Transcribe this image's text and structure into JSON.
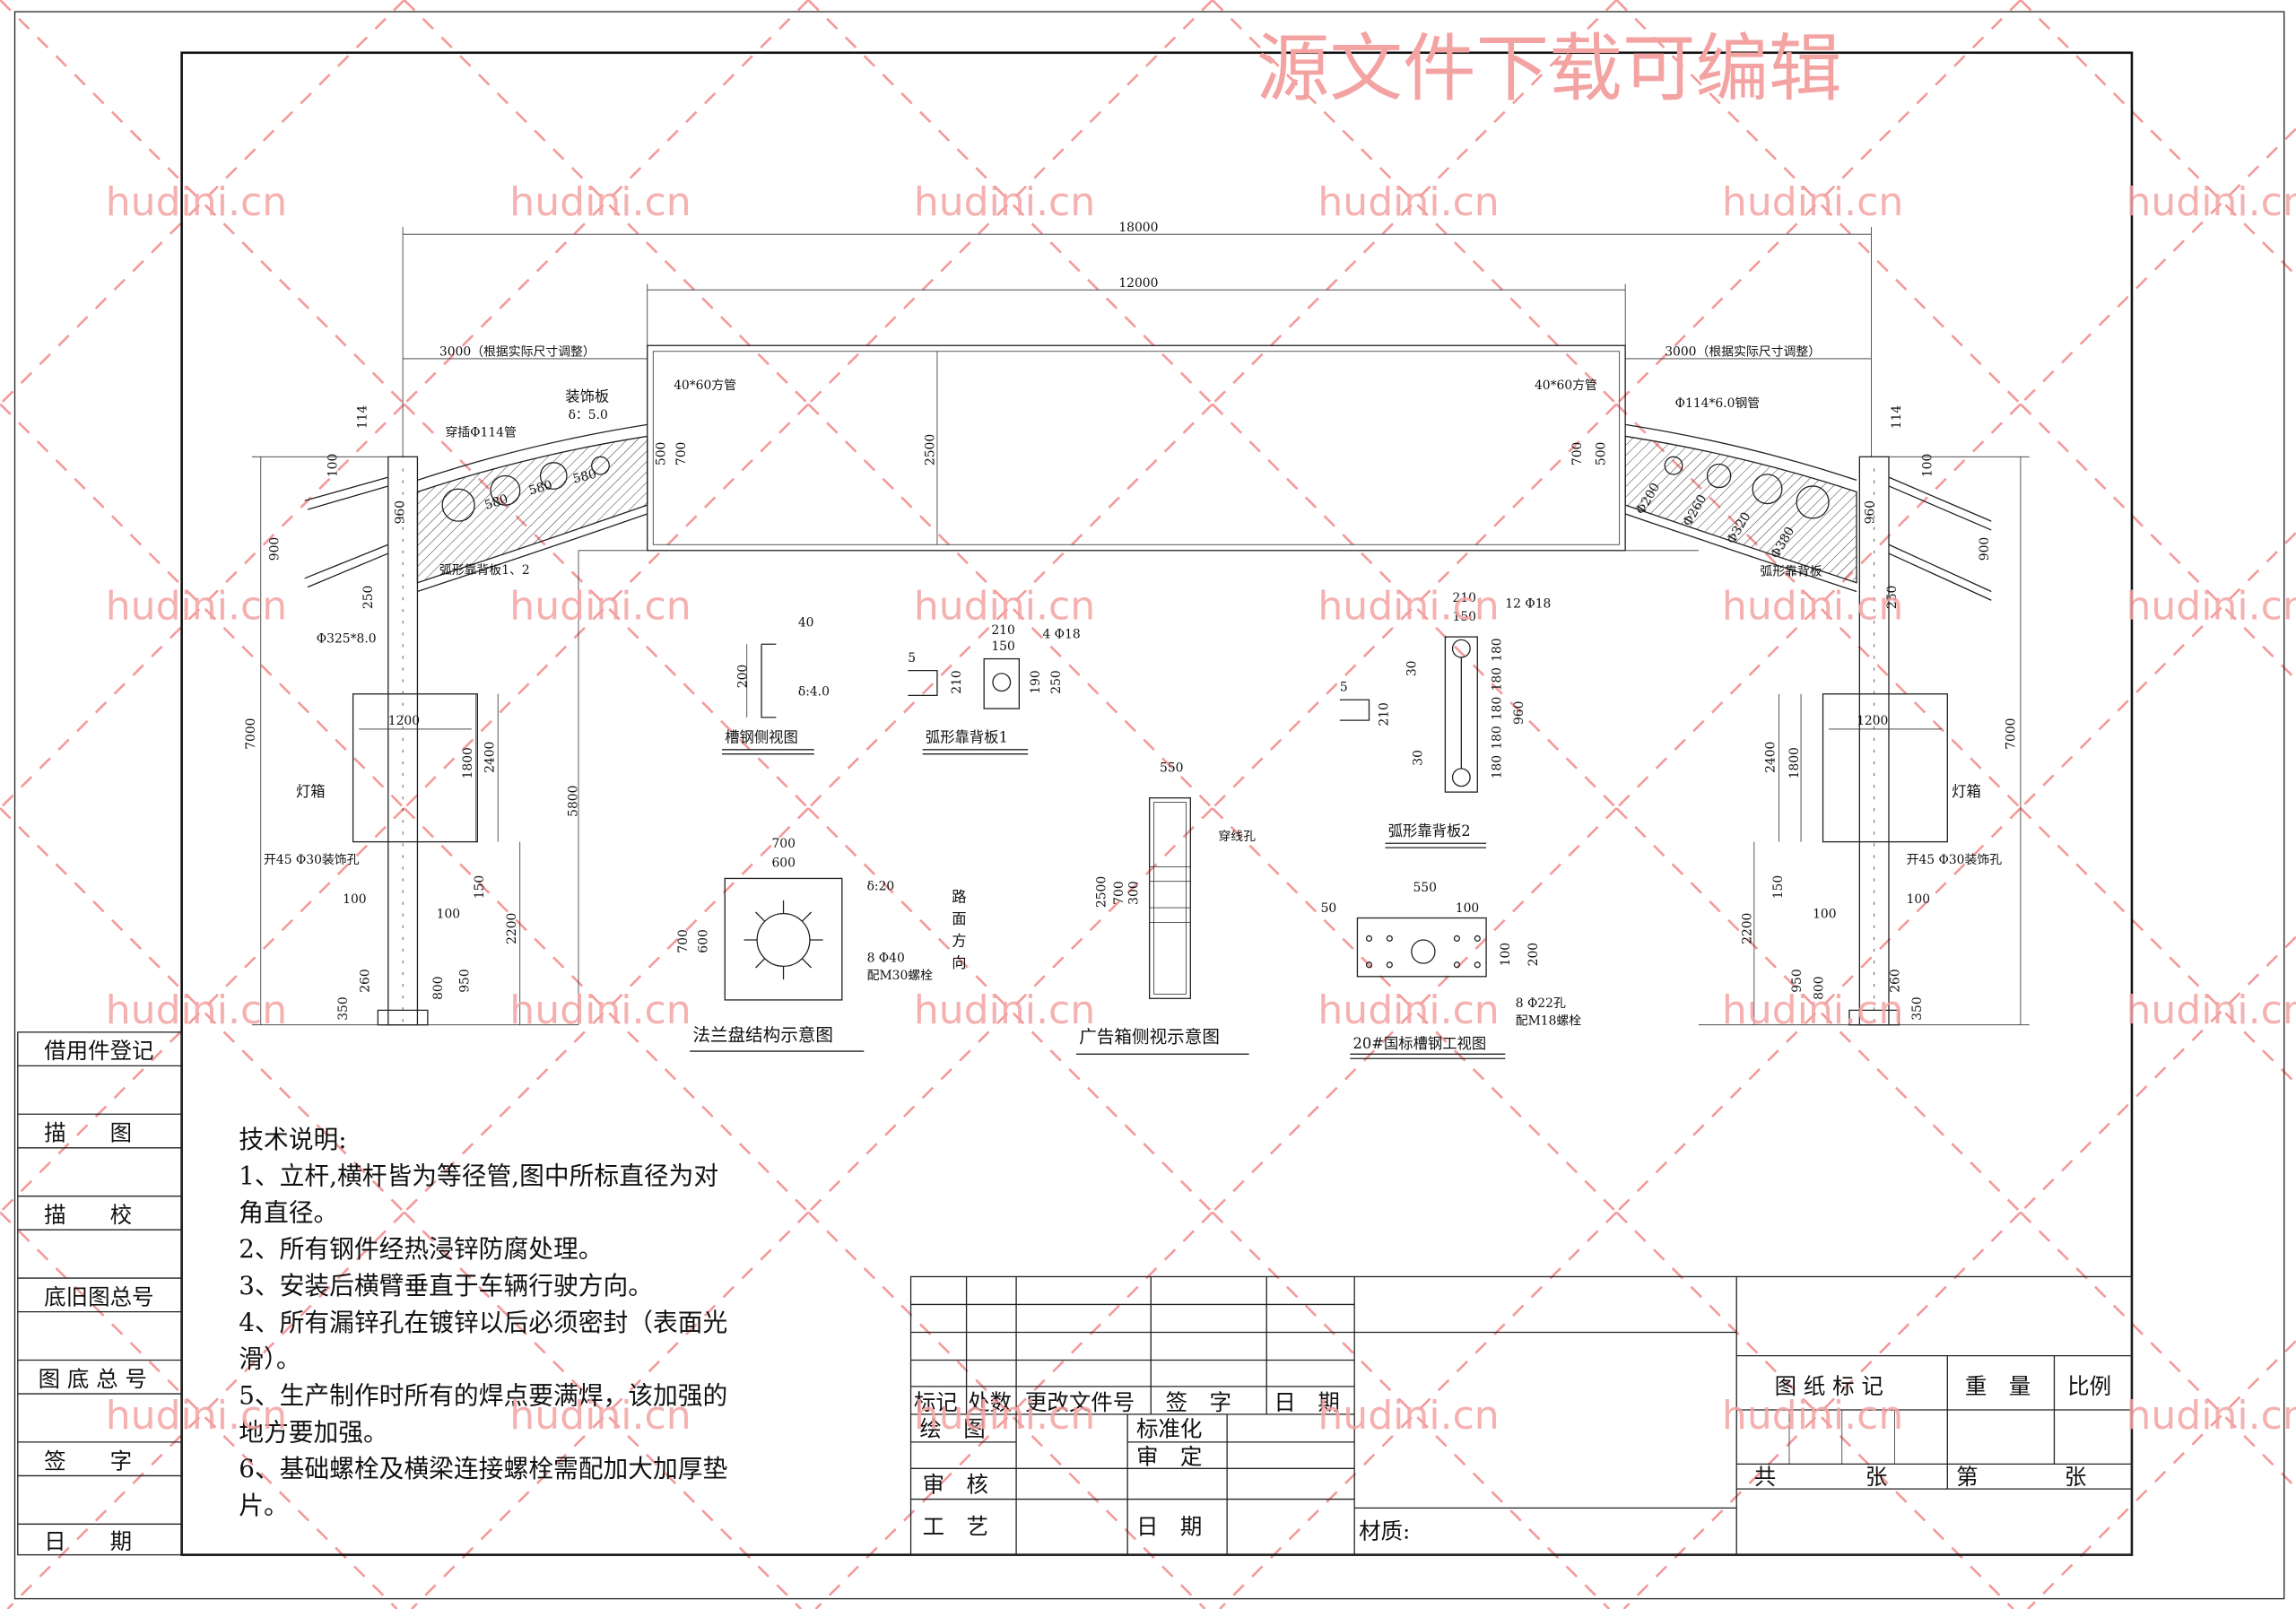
{
  "watermark": {
    "title": "源文件下载可编辑",
    "site": "hudini.cn",
    "color": "#f4a3a3"
  },
  "registration": [
    "借用件登记",
    "描　　图",
    "描　　校",
    "底旧图总号",
    "图 底 总 号",
    "签　　字",
    "日　　期"
  ],
  "main": {
    "overall_width": "18000",
    "sign_width": "12000",
    "arm_left": "3000（根据实际尺寸调整）",
    "arm_right": "3000（根据实际尺寸调整）",
    "sign_height": "2500",
    "left": {
      "square_tube": "40*60方管",
      "deco_plate": "装饰板",
      "deco_thickness": "δ：5.0",
      "insert_tube": "穿插Φ114管",
      "spacing": [
        "580",
        "580",
        "580"
      ],
      "d700": "700",
      "d500": "500",
      "d114": "114",
      "d100": "100",
      "d960": "960",
      "d900": "900",
      "d250": "250",
      "back_plate": "弧形靠背板1、2",
      "pole": "Φ325*8.0",
      "lamp_w": "1200",
      "lamp_h1": "1800",
      "lamp_h2": "2400",
      "total_h": "7000",
      "clear_h": "5800",
      "lamp_box": "灯箱",
      "deco_holes": "开45 Φ30装饰孔",
      "d100a": "100",
      "d100b": "100",
      "d150": "150",
      "d2200": "2200",
      "d260": "260",
      "d350": "350",
      "d800": "800",
      "d950": "950"
    },
    "right": {
      "square_tube": "40*60方管",
      "steel_tube": "Φ114*6.0钢管",
      "holes": [
        "Φ200",
        "Φ260",
        "Φ320",
        "Φ380"
      ],
      "back_plate": "弧形靠背板",
      "d700": "700",
      "d500": "500",
      "d114": "114",
      "d100": "100",
      "d960": "960",
      "d900": "900",
      "d250": "250",
      "lamp_w": "1200",
      "lamp_h1": "1800",
      "lamp_h2": "2400",
      "total_h": "7000",
      "lamp_box": "灯箱",
      "deco_holes": "开45 Φ30装饰孔",
      "d150": "150",
      "d100a": "100",
      "d100b": "100",
      "d2200": "2200",
      "d950": "950",
      "d800": "800",
      "d260": "260",
      "d350": "350"
    }
  },
  "details": {
    "channel_side": {
      "title": "槽钢侧视图",
      "w": "40",
      "h": "200",
      "t": "δ:4.0"
    },
    "back_plate1": {
      "title": "弧形靠背板1",
      "w1": "210",
      "w2": "150",
      "holes": "4 Φ18",
      "weld": "5",
      "h1": "210",
      "h2": "190",
      "h3": "250"
    },
    "back_plate2": {
      "title": "弧形靠背板2",
      "w1": "210",
      "w2": "150",
      "holes": "12 Φ18",
      "e1": "30",
      "e2": "30",
      "pitch": [
        "180",
        "180",
        "180",
        "180",
        "180"
      ],
      "h": "960",
      "h2": "210",
      "weld": "5"
    },
    "flange": {
      "title": "法兰盘结构示意图",
      "w1": "700",
      "w2": "600",
      "t": "δ:20",
      "h1": "700",
      "h2": "600",
      "holes": "8 Φ40",
      "bolts": "配M30螺栓",
      "road_dir": [
        "路",
        "面",
        "方",
        "向"
      ]
    },
    "billboard_side": {
      "title": "广告箱侧视示意图",
      "w": "550",
      "cable_hole": "穿线孔",
      "h": "2500",
      "h2": "700",
      "h3": "300"
    },
    "channel_front": {
      "title": "20#国标槽钢工视图",
      "w": "550",
      "e": "50",
      "p": "100",
      "h1": "100",
      "h2": "200",
      "holes": "8 Φ22孔",
      "bolts": "配M18螺栓"
    }
  },
  "notes": {
    "heading": "技术说明:",
    "lines": [
      "1、立杆,横杆皆为等径管,图中所标直径为对",
      "角直径。",
      "2、所有钢件经热浸锌防腐处理。",
      "3、安装后横臂垂直于车辆行驶方向。",
      "4、所有漏锌孔在镀锌以后必须密封（表面光",
      "滑）。",
      "5、生产制作时所有的焊点要满焊，该加强的",
      "地方要加强。",
      "6、基础螺栓及横梁连接螺栓需配加大加厚垫",
      "片。"
    ]
  },
  "title_block": {
    "rev_headers": [
      "标记",
      "处数",
      "更改文件号",
      "签　字",
      "日　期"
    ],
    "drawn": "绘　图",
    "standard": "标准化",
    "approved": "审　定",
    "checked": "审　核",
    "process": "工　艺",
    "date": "日　期",
    "material": "材质:",
    "drawing_mark": "图 纸 标 记",
    "weight": "重　量",
    "scale": "比例",
    "total": "共",
    "sheets1": "张",
    "sheet_no": "第",
    "sheets2": "张"
  }
}
